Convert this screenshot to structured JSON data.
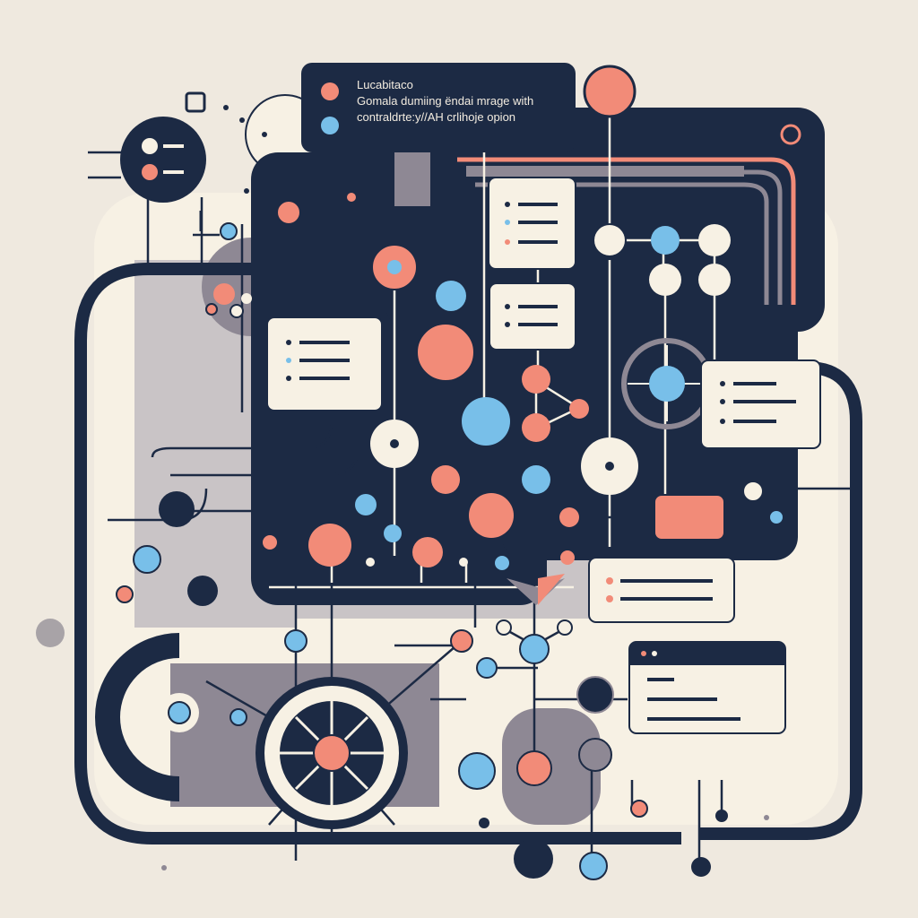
{
  "tooltip": {
    "title": "Lucabitaco",
    "line1": "Gomala dumiing ëndai mrage with",
    "line2": "contraldrte:y//AH crlihoje opion"
  },
  "colors": {
    "background": "#efe9df",
    "navy": "#1c2a44",
    "coral": "#f28b78",
    "sky": "#78bfe9",
    "cream": "#f7f1e4",
    "gray": "#8e8894",
    "light_gray": "#c9c4c6"
  },
  "icons": {
    "settings": "gear-icon",
    "list_card": "list-card-icon",
    "toggle": "toggle-icon"
  }
}
